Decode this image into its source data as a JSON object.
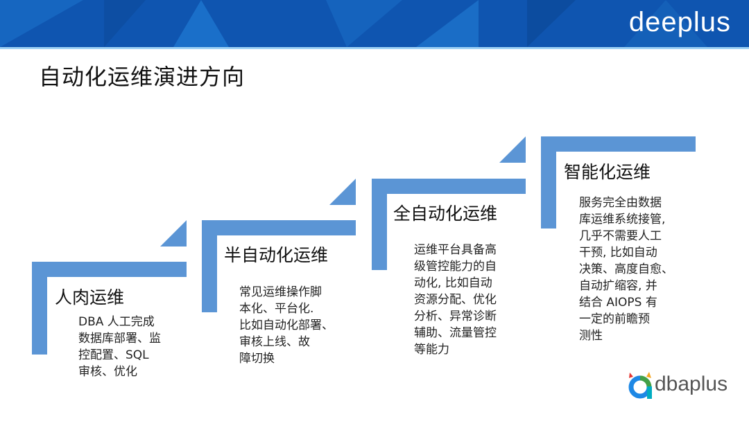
{
  "header": {
    "brand": "deeplus",
    "background_color": "#0f55b0",
    "accent_line_color": "#9fd2f5"
  },
  "slide": {
    "title": "自动化运维演进方向",
    "accent_color": "#5b95d5"
  },
  "steps": [
    {
      "title": "人肉运维",
      "lines": [
        "DBA 人工完成",
        "数据库部署、监",
        "控配置、SQL",
        "审核、优化"
      ]
    },
    {
      "title": "半自动化运维",
      "lines": [
        "常见运维操作脚",
        "本化、平台化.",
        "比如自动化部署、",
        "审核上线、故",
        "障切换"
      ]
    },
    {
      "title": "全自动化运维",
      "lines": [
        "运维平台具备高",
        "级管控能力的自",
        "动化, 比如自动",
        "资源分配、优化",
        "分析、异常诊断",
        "辅助、流量管控",
        "等能力"
      ]
    },
    {
      "title": "智能化运维",
      "lines": [
        "服务完全由数据",
        "库运维系统接管,",
        "几乎不需要人工",
        "干预, 比如自动",
        "决策、高度自愈、",
        "自动扩缩容, 并",
        "结合 AIOPS 有",
        "一定的前瞻预",
        "测性"
      ]
    }
  ],
  "footer_logo": {
    "text": "dbaplus"
  }
}
